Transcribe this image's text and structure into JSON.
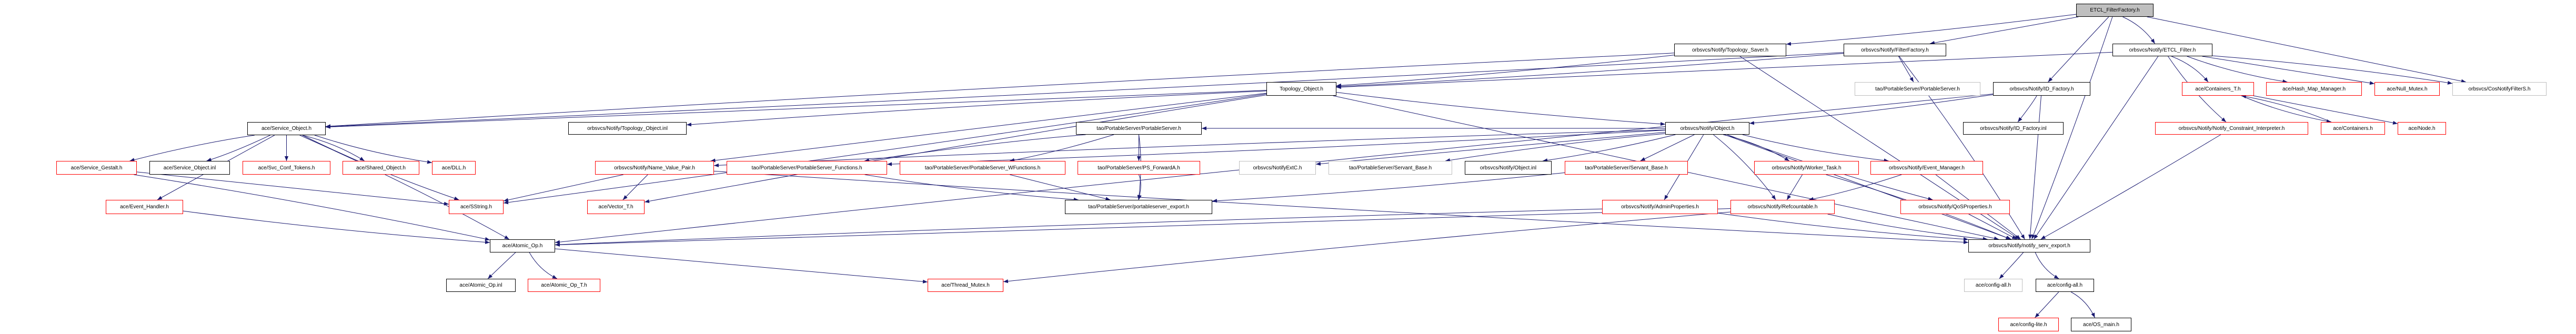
{
  "graph": {
    "title": "ETCL_FilterFactory.h",
    "colors": {
      "edge": "#191970",
      "documented": "#000000",
      "undocumented": "#ff0000",
      "external": "#bfbfbf",
      "root_fill": "#bfbfbf"
    },
    "nodes": [
      {
        "label": "ETCL_FilterFactory.h",
        "style": "root"
      },
      {
        "label": "orbsvcs/Notify/Topology_Saver.h",
        "style": "black"
      },
      {
        "label": "orbsvcs/Notify/FilterFactory.h",
        "style": "black"
      },
      {
        "label": "orbsvcs/Notify/ETCL_Filter.h",
        "style": "black"
      },
      {
        "label": "Topology_Object.h",
        "style": "black"
      },
      {
        "label": "tao/PortableServer/PortableServer.h",
        "style": "gray"
      },
      {
        "label": "orbsvcs/Notify/ID_Factory.h",
        "style": "black"
      },
      {
        "label": "ace/Containers_T.h",
        "style": "red"
      },
      {
        "label": "ace/Hash_Map_Manager.h",
        "style": "red"
      },
      {
        "label": "ace/Null_Mutex.h",
        "style": "red"
      },
      {
        "label": "orbsvcs/CosNotifyFilterS.h",
        "style": "gray"
      },
      {
        "label": "ace/Service_Object.h",
        "style": "black"
      },
      {
        "label": "orbsvcs/Notify/Topology_Object.inl",
        "style": "black"
      },
      {
        "label": "tao/PortableServer/PortableServer.h",
        "style": "black"
      },
      {
        "label": "orbsvcs/Notify/Object.h",
        "style": "black"
      },
      {
        "label": "orbsvcs/Notify/ID_Factory.inl",
        "style": "black"
      },
      {
        "label": "orbsvcs/Notify/Notify_Constraint_Interpreter.h",
        "style": "red"
      },
      {
        "label": "ace/Containers.h",
        "style": "red"
      },
      {
        "label": "ace/Node.h",
        "style": "red"
      },
      {
        "label": "ace/Service_Gestalt.h",
        "style": "red"
      },
      {
        "label": "ace/Service_Object.inl",
        "style": "black"
      },
      {
        "label": "ace/Svc_Conf_Tokens.h",
        "style": "red"
      },
      {
        "label": "ace/Shared_Object.h",
        "style": "red"
      },
      {
        "label": "ace/DLL.h",
        "style": "red"
      },
      {
        "label": "orbsvcs/Notify/Name_Value_Pair.h",
        "style": "red"
      },
      {
        "label": "tao/PortableServer/PortableServer_Functions.h",
        "style": "red"
      },
      {
        "label": "tao/PortableServer/PortableServer_WFunctions.h",
        "style": "red"
      },
      {
        "label": "tao/PortableServer/PS_ForwardA.h",
        "style": "red"
      },
      {
        "label": "orbsvcs/NotifyExtC.h",
        "style": "gray"
      },
      {
        "label": "tao/PortableServer/Servant_Base.h",
        "style": "gray"
      },
      {
        "label": "orbsvcs/Notify/Object.inl",
        "style": "black"
      },
      {
        "label": "tao/PortableServer/Servant_Base.h",
        "style": "red"
      },
      {
        "label": "orbsvcs/Notify/Worker_Task.h",
        "style": "red"
      },
      {
        "label": "orbsvcs/Notify/Event_Manager.h",
        "style": "red"
      },
      {
        "label": "ace/Event_Handler.h",
        "style": "red"
      },
      {
        "label": "ace/SString.h",
        "style": "red"
      },
      {
        "label": "ace/Vector_T.h",
        "style": "red"
      },
      {
        "label": "tao/PortableServer/portableserver_export.h",
        "style": "black"
      },
      {
        "label": "orbsvcs/Notify/AdminProperties.h",
        "style": "red"
      },
      {
        "label": "orbsvcs/Notify/Refcountable.h",
        "style": "red"
      },
      {
        "label": "orbsvcs/Notify/QoSProperties.h",
        "style": "red"
      },
      {
        "label": "ace/Atomic_Op.h",
        "style": "black"
      },
      {
        "label": "orbsvcs/Notify/notify_serv_export.h",
        "style": "black"
      },
      {
        "label": "ace/Atomic_Op.inl",
        "style": "black"
      },
      {
        "label": "ace/Atomic_Op_T.h",
        "style": "red"
      },
      {
        "label": "ace/Thread_Mutex.h",
        "style": "red"
      },
      {
        "label": "ace/config-all.h",
        "style": "gray"
      },
      {
        "label": "ace/config-all.h",
        "style": "black"
      },
      {
        "label": "ace/config-lite.h",
        "style": "red"
      },
      {
        "label": "ace/OS_main.h",
        "style": "black"
      }
    ],
    "edges": [
      [
        0,
        1
      ],
      [
        0,
        2
      ],
      [
        0,
        3
      ],
      [
        0,
        6
      ],
      [
        0,
        10
      ],
      [
        0,
        42
      ],
      [
        1,
        4
      ],
      [
        1,
        42
      ],
      [
        1,
        11
      ],
      [
        2,
        4
      ],
      [
        2,
        5
      ],
      [
        2,
        42
      ],
      [
        2,
        11
      ],
      [
        3,
        4
      ],
      [
        3,
        7
      ],
      [
        3,
        8
      ],
      [
        3,
        9
      ],
      [
        3,
        10
      ],
      [
        3,
        16
      ],
      [
        3,
        42
      ],
      [
        6,
        15
      ],
      [
        6,
        14
      ],
      [
        6,
        42
      ],
      [
        6,
        41
      ],
      [
        7,
        17
      ],
      [
        7,
        18
      ],
      [
        17,
        7
      ],
      [
        16,
        42
      ],
      [
        4,
        11
      ],
      [
        4,
        12
      ],
      [
        4,
        14
      ],
      [
        4,
        24
      ],
      [
        4,
        36
      ],
      [
        4,
        35
      ],
      [
        4,
        42
      ],
      [
        11,
        19
      ],
      [
        11,
        20
      ],
      [
        11,
        21
      ],
      [
        11,
        22
      ],
      [
        11,
        23
      ],
      [
        11,
        34
      ],
      [
        11,
        41
      ],
      [
        11,
        35
      ],
      [
        19,
        35
      ],
      [
        19,
        41
      ],
      [
        34,
        41
      ],
      [
        14,
        13
      ],
      [
        14,
        24
      ],
      [
        14,
        25
      ],
      [
        14,
        28
      ],
      [
        14,
        29
      ],
      [
        14,
        30
      ],
      [
        14,
        31
      ],
      [
        14,
        32
      ],
      [
        14,
        33
      ],
      [
        14,
        38
      ],
      [
        14,
        39
      ],
      [
        14,
        40
      ],
      [
        14,
        42
      ],
      [
        13,
        25
      ],
      [
        13,
        26
      ],
      [
        13,
        27
      ],
      [
        13,
        37
      ],
      [
        25,
        37
      ],
      [
        26,
        37
      ],
      [
        27,
        37
      ],
      [
        31,
        37
      ],
      [
        24,
        35
      ],
      [
        24,
        36
      ],
      [
        24,
        42
      ],
      [
        32,
        39
      ],
      [
        32,
        42
      ],
      [
        33,
        39
      ],
      [
        33,
        42
      ],
      [
        38,
        41
      ],
      [
        38,
        42
      ],
      [
        39,
        41
      ],
      [
        39,
        45
      ],
      [
        39,
        42
      ],
      [
        40,
        42
      ],
      [
        41,
        43
      ],
      [
        41,
        44
      ],
      [
        41,
        45
      ],
      [
        42,
        46
      ],
      [
        42,
        47
      ],
      [
        47,
        48
      ],
      [
        47,
        49
      ]
    ]
  }
}
